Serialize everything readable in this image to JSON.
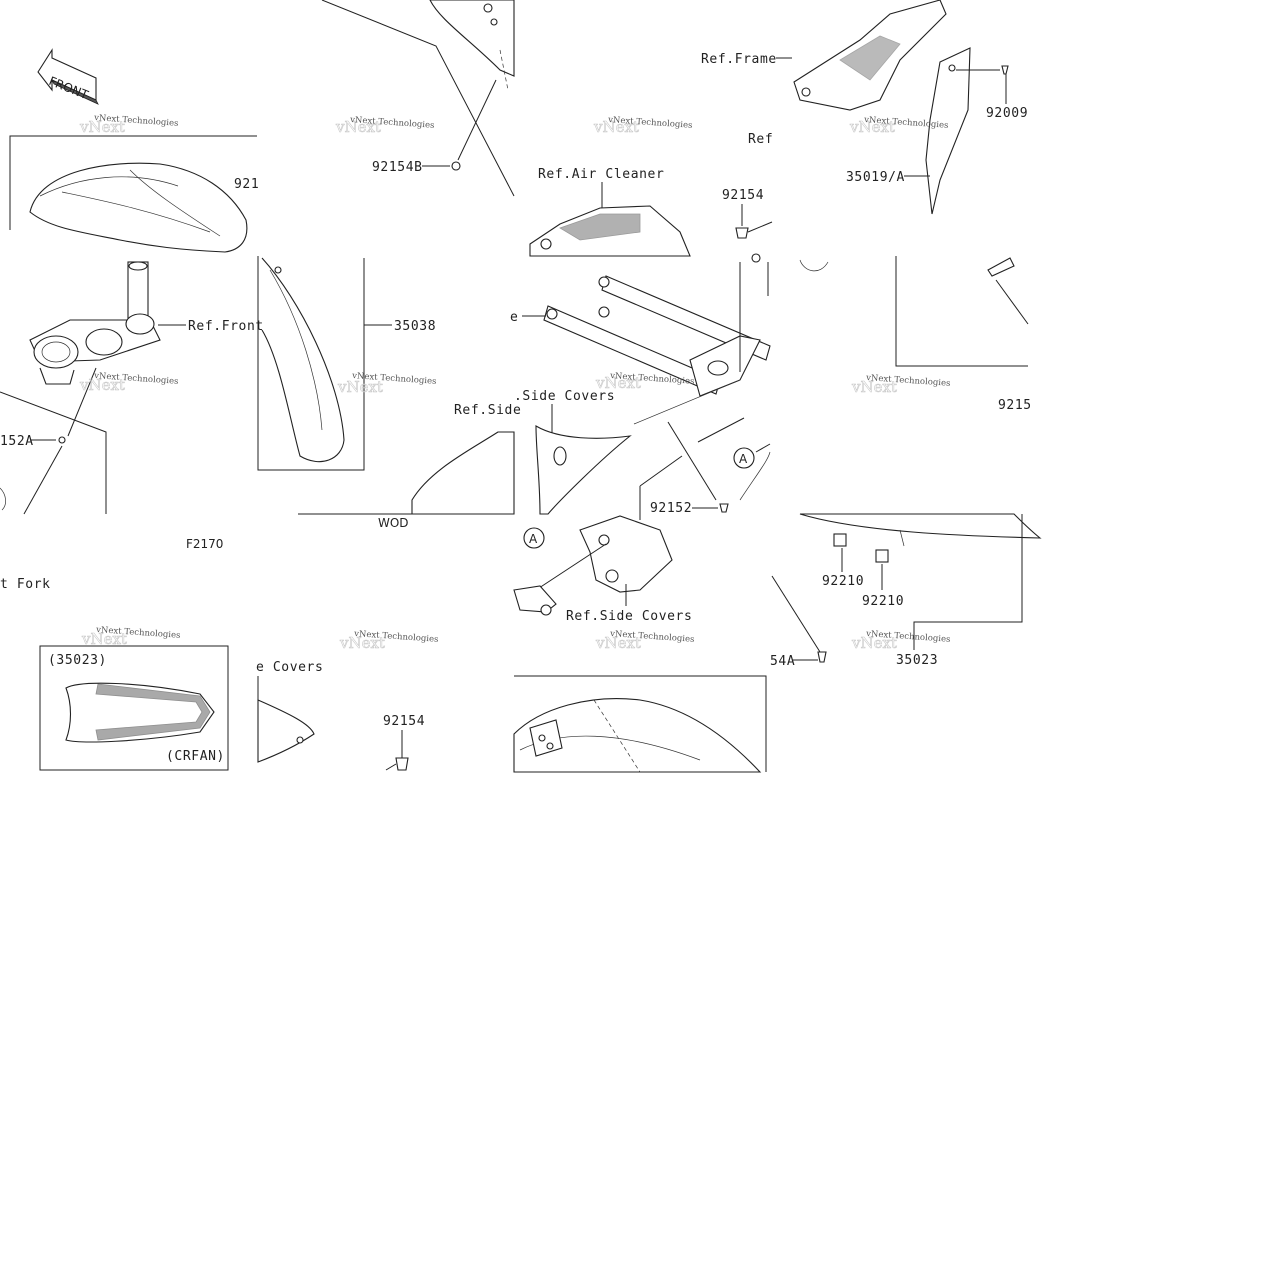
{
  "diagram": {
    "figure_code": "F2170",
    "model_code": "WOD",
    "front_arrow_text": "FRONT",
    "watermark": "vNext Technologies",
    "callouts": {
      "ref_front_fork_top": "Ref.Front",
      "ref_front_fork_bottom": "t Fork",
      "part_92152A": "152A",
      "part_921_top": "921",
      "part_35038": "35038",
      "part_92154B": "92154B",
      "ref_air_cleaner": "Ref.Air Cleaner",
      "part_92154_mid": "92154",
      "ref_frame": "Ref.Frame",
      "ref_cut": "Ref",
      "part_92009": "92009",
      "part_35019A": "35019/A",
      "ref_side_covers_left": "Ref.Side",
      "ref_side_covers_mid": ".Side Covers",
      "part_e": "e",
      "part_92152": "92152",
      "circle_a_right": "A",
      "circle_a_left": "A",
      "ref_side_covers_lower": "Ref.Side Covers",
      "part_9215_cut": "9215",
      "part_92210_a": "92210",
      "part_92210_b": "92210",
      "part_92154A": "54A",
      "part_35023": "35023",
      "inset_part": "(35023)",
      "inset_variant": "(CRFAN)",
      "ref_side_covers_bottom": "e Covers",
      "part_92154_bottom": "92154"
    }
  }
}
